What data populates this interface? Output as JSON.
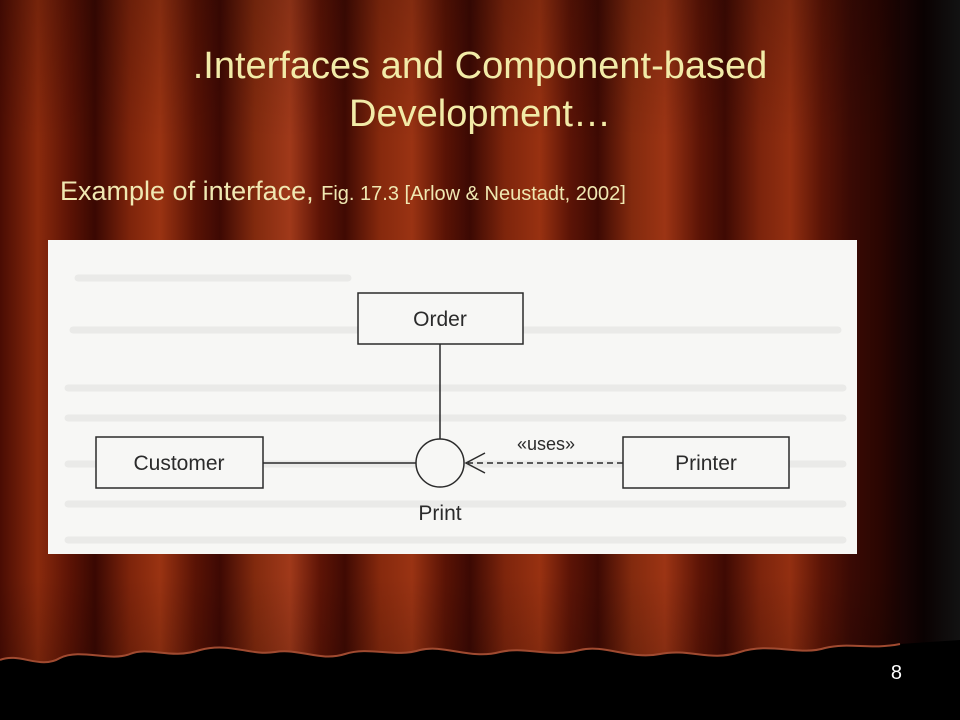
{
  "slide": {
    "title_line1": ".Interfaces and Component-based",
    "title_line2": "Development…",
    "subtitle_main": "Example of interface, ",
    "subtitle_ref": "Fig. 17.3 [Arlow & Neustadt, 2002]",
    "page_number": "8"
  },
  "diagram": {
    "order_label": "Order",
    "customer_label": "Customer",
    "printer_label": "Printer",
    "interface_label": "Print",
    "dependency_label": "«uses»"
  },
  "colors": {
    "title_text": "#f2eba8",
    "curtain_red": "#8a2a0d",
    "figure_background": "#f7f7f5",
    "diagram_ink": "#2b2b2b"
  }
}
